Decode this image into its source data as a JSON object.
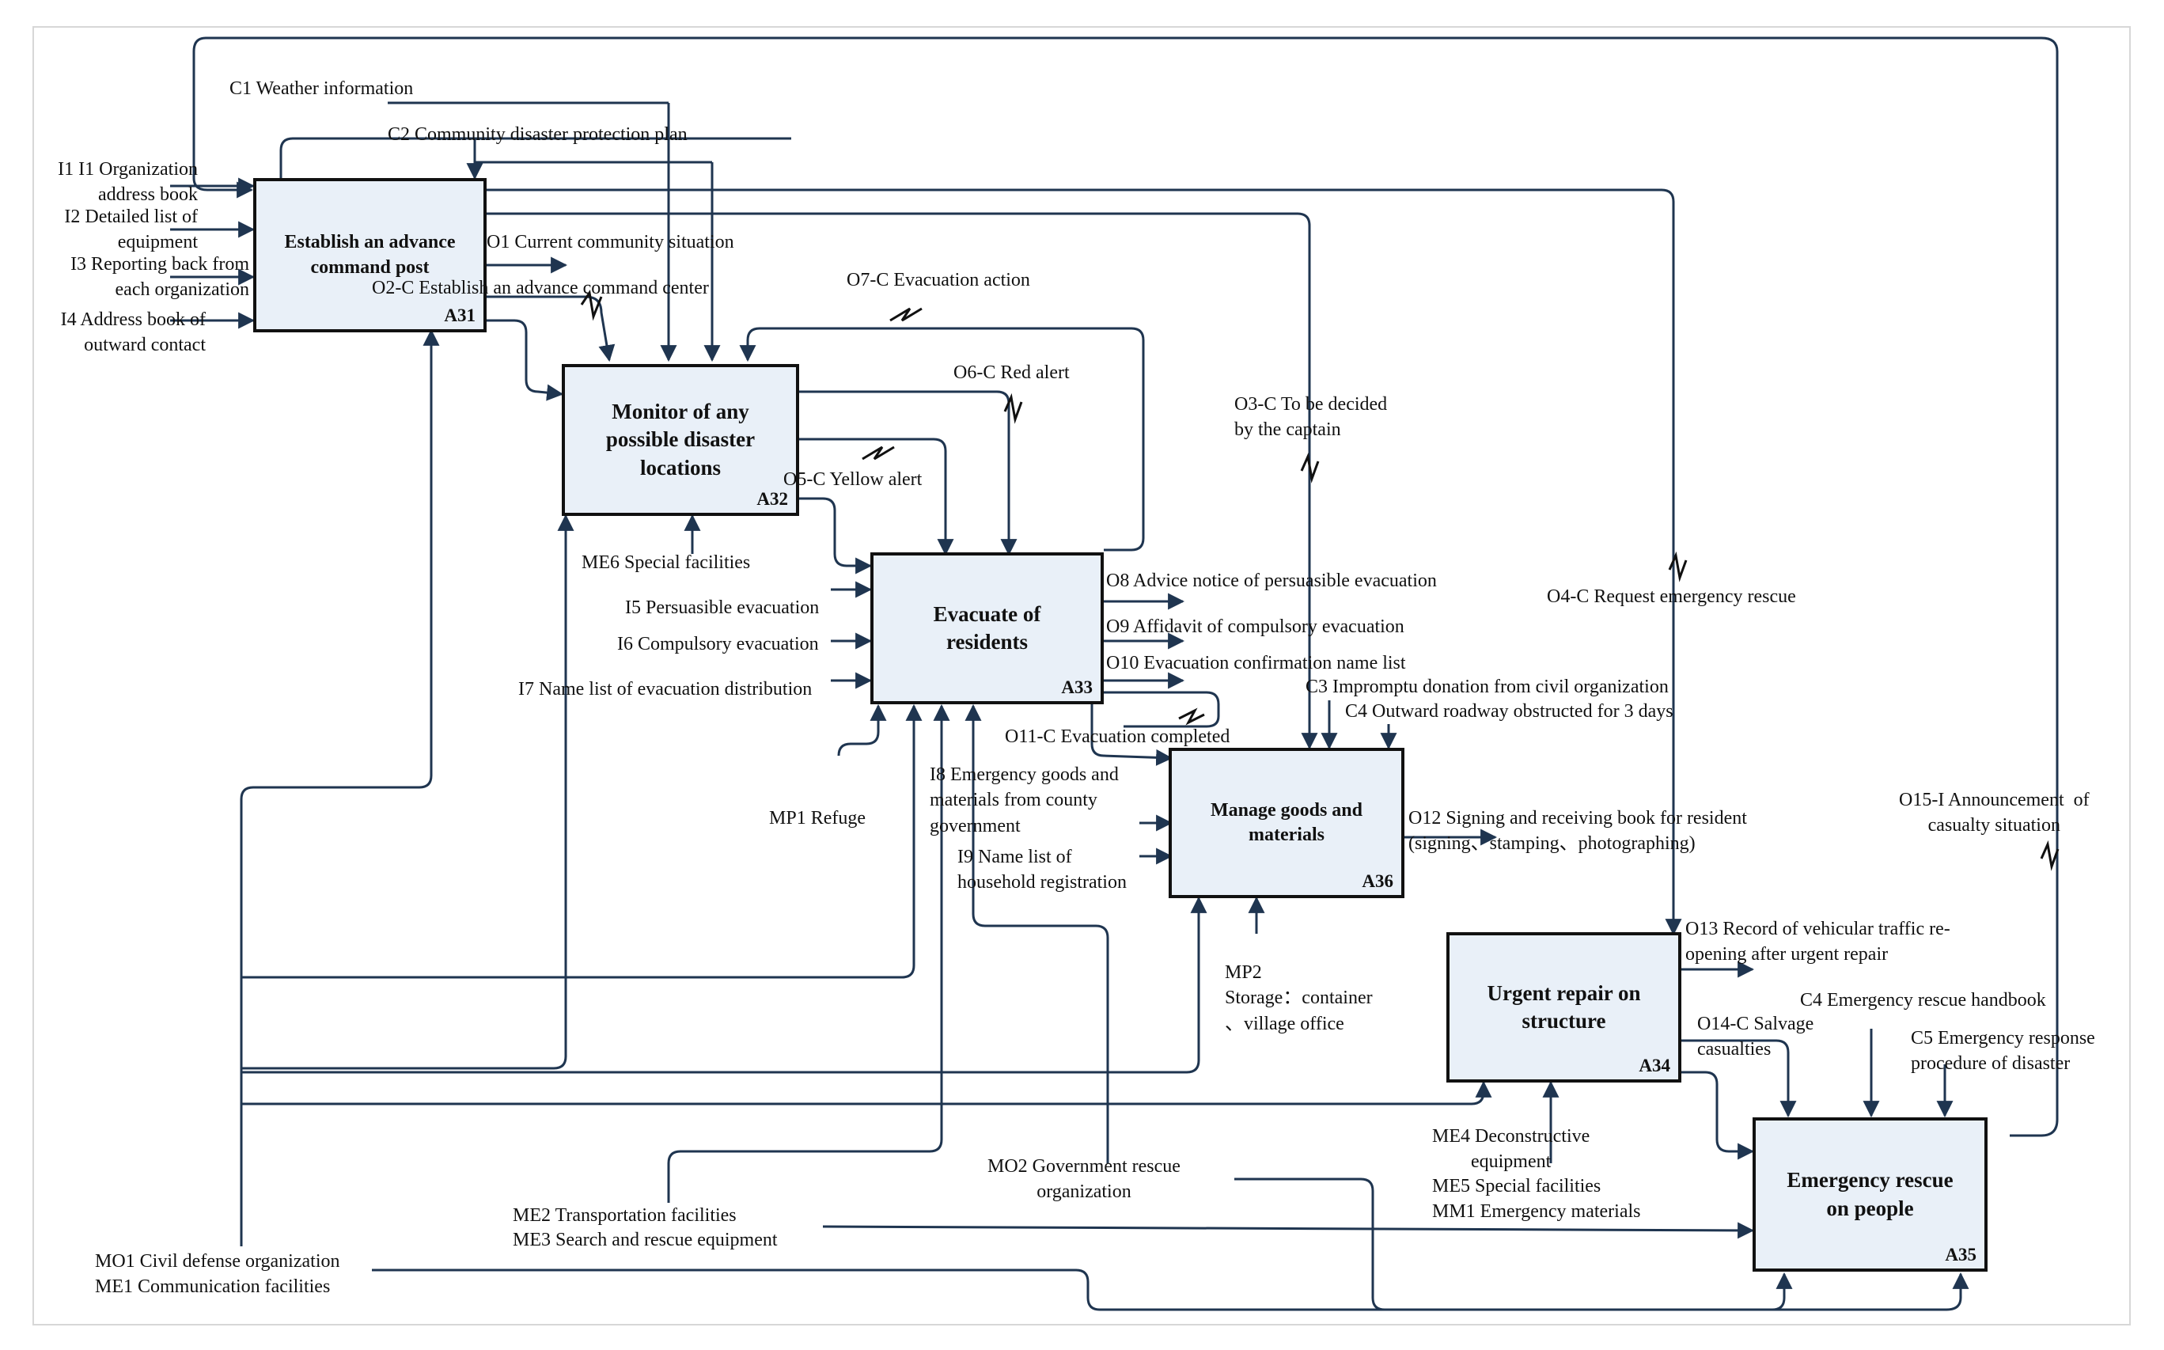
{
  "activities": {
    "a31": {
      "title": "Establish an advance\ncommand post",
      "code": "A31"
    },
    "a32": {
      "title": "Monitor of any\npossible disaster\nlocations",
      "code": "A32"
    },
    "a33": {
      "title": "Evacuate of\nresidents",
      "code": "A33"
    },
    "a34": {
      "title": "Urgent repair on\nstructure",
      "code": "A34"
    },
    "a35": {
      "title": "Emergency rescue\non people",
      "code": "A35"
    },
    "a36": {
      "title": "Manage goods and\nmaterials",
      "code": "A36"
    }
  },
  "controls": {
    "c1": "C1 Weather information",
    "c2": "C2 Community disaster protection plan",
    "c3": "C3 Impromptu donation from civil organization",
    "c4_roadway": "C4 Outward roadway obstructed for 3 days",
    "c4_handbook": "C4 Emergency rescue handbook",
    "c5": "C5 Emergency response\nprocedure of disaster"
  },
  "inputs": {
    "i1": "I1 I1 Organization\naddress book",
    "i2": "I2 Detailed list of\nequipment",
    "i3": "I3 Reporting back from\neach organization",
    "i4": "I4 Address book of\noutward contact",
    "i5": "I5 Persuasible evacuation",
    "i6": "I6 Compulsory evacuation",
    "i7": "I7 Name list of evacuation distribution",
    "i8": "I8 Emergency goods and\nmaterials from county\ngovernment",
    "i9": "I9 Name list of\nhousehold registration"
  },
  "outputs": {
    "o1": "O1 Current community situation",
    "o2": "O2-C Establish an advance command center",
    "o3": "O3-C To be decided\nby the captain",
    "o4": "O4-C Request emergency rescue",
    "o5": "O5-C Yellow alert",
    "o6": "O6-C Red alert",
    "o7": "O7-C Evacuation action",
    "o8": "O8 Advice notice of persuasible evacuation",
    "o9": "O9 Affidavit of compulsory evacuation",
    "o10": "O10 Evacuation confirmation name list",
    "o11": "O11-C Evacuation completed",
    "o12": "O12 Signing and receiving book for resident\n(signing、stamping、photographing)",
    "o13": "O13 Record of vehicular traffic re-\nopening after urgent repair",
    "o14": "O14-C Salvage\ncasualties",
    "o15": "O15-I Announcement  of\ncasualty situation"
  },
  "mechanisms": {
    "me6": "ME6 Special facilities",
    "mp1": "MP1 Refuge",
    "mp2": "MP2\nStorage：container\n、village office",
    "me4": "ME4 Deconstructive\nequipment",
    "me5": "ME5 Special facilities",
    "mm1": "MM1 Emergency materials",
    "mo2": "MO2 Government rescue\norganization",
    "me2": "ME2 Transportation facilities",
    "me3": "ME3 Search and rescue equipment",
    "mo1": "MO1 Civil defense organization",
    "me1": "ME1 Communication facilities"
  },
  "colors": {
    "box_fill": "#e9f0f8",
    "line": "#1f3550",
    "text": "#111111"
  }
}
